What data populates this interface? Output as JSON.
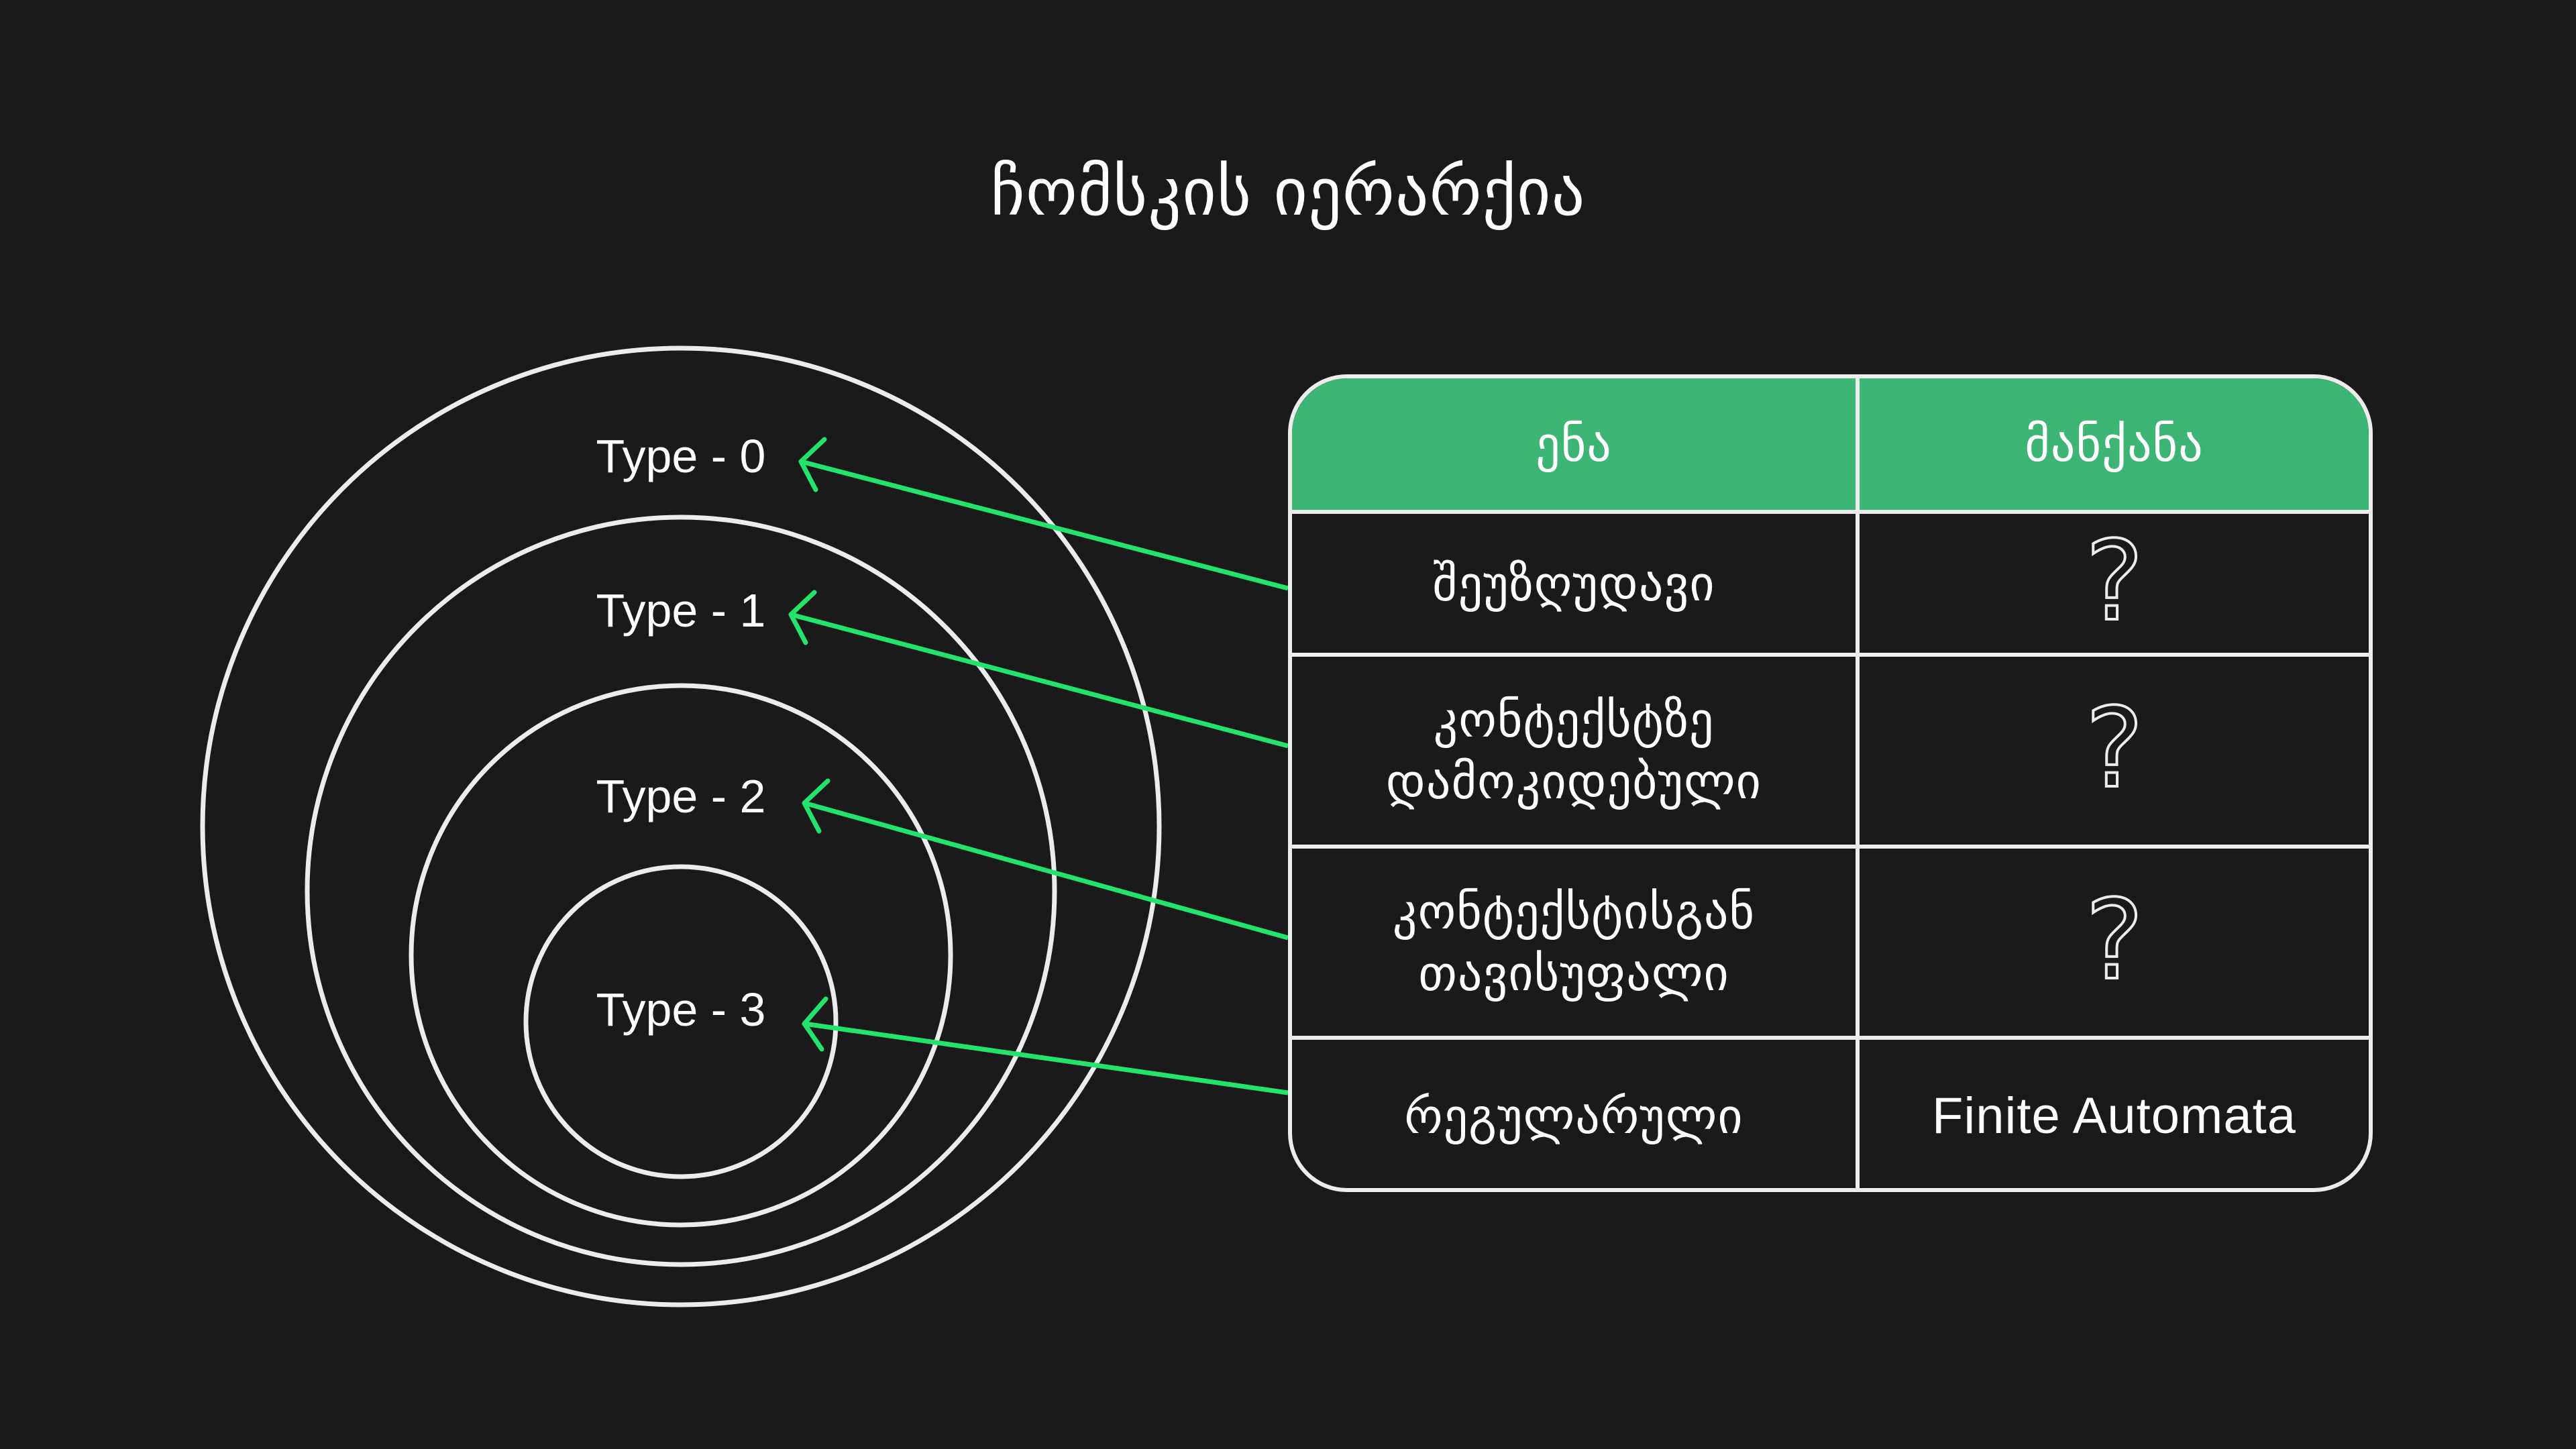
{
  "title": "ჩომსკის იერარქია",
  "hierarchy": {
    "levels": [
      {
        "label": "Type - 0"
      },
      {
        "label": "Type - 1"
      },
      {
        "label": "Type - 2"
      },
      {
        "label": "Type - 3"
      }
    ]
  },
  "table": {
    "headers": {
      "language": "ენა",
      "machine": "მანქანა"
    },
    "rows": [
      {
        "language": "შეუზღუდავი",
        "machine": "?"
      },
      {
        "language": "კონტექსტზე დამოკიდებული",
        "machine": "?"
      },
      {
        "language": "კონტექსტისგან თავისუფალი",
        "machine": "?"
      },
      {
        "language": "რეგულარული",
        "machine": "Finite Automata"
      }
    ]
  },
  "colors": {
    "background": "#1a1a1a",
    "foreground": "#ececec",
    "accent": "#3db574",
    "arrow": "#22e36b"
  }
}
